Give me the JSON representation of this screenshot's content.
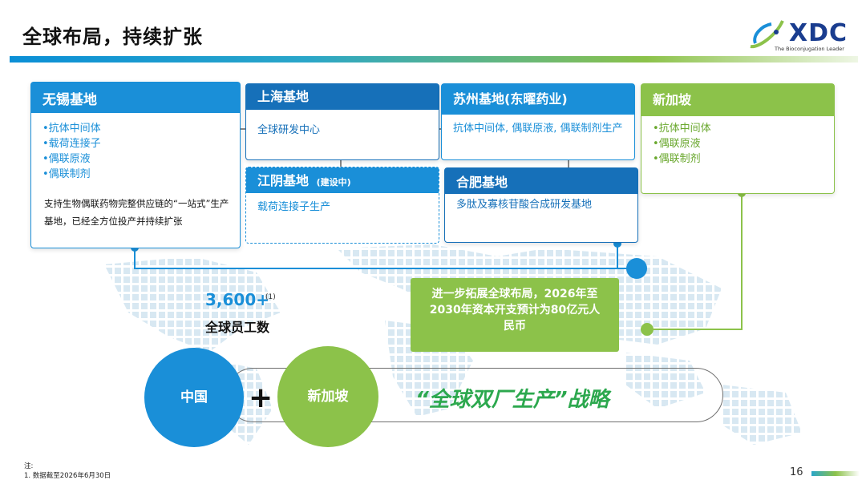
{
  "header": {
    "title": "全球布局，持续扩张",
    "logo_text": "XDC",
    "logo_tagline": "The Bioconjugation Leader"
  },
  "sites": {
    "wuxi": {
      "title": "无锡基地",
      "items": [
        "•抗体中间体",
        "•载荷连接子",
        "•偶联原液",
        "•偶联制剂"
      ],
      "note": "支持生物偶联药物完整供应链的“一站式”生产基地，已经全方位投产并持续扩张"
    },
    "shanghai": {
      "title": "上海基地",
      "desc": "全球研发中心"
    },
    "jiangyin": {
      "title": "江阴基地",
      "tag": "(建设中)",
      "desc": "载荷连接子生产"
    },
    "suzhou": {
      "title": "苏州基地(东曜药业)",
      "desc": "抗体中间体, 偶联原液, 偶联制剂生产"
    },
    "hefei": {
      "title": "合肥基地",
      "desc": "多肽及寡核苷酸合成研发基地"
    },
    "singapore": {
      "title": "新加坡",
      "items": [
        "•抗体中间体",
        "•偶联原液",
        "•偶联制剂"
      ]
    }
  },
  "expansion": {
    "text": "进一步拓展全球布局，2026年至2030年资本开支预计为80亿元人民币"
  },
  "employees": {
    "value": "3,600+",
    "footnote_ref": "(1)",
    "label": "全球员工数"
  },
  "strategy": {
    "china": "中国",
    "plus": "+",
    "singapore": "新加坡",
    "slogan": "“全球双厂生产”战略"
  },
  "footer": {
    "note_label": "注:",
    "note_1": "1. 数据截至2026年6月30日",
    "page": "16"
  },
  "colors": {
    "blue": "#1a8fd8",
    "dark_blue": "#1670b9",
    "green": "#8cc24a",
    "slogan_green": "#2ca84e"
  }
}
